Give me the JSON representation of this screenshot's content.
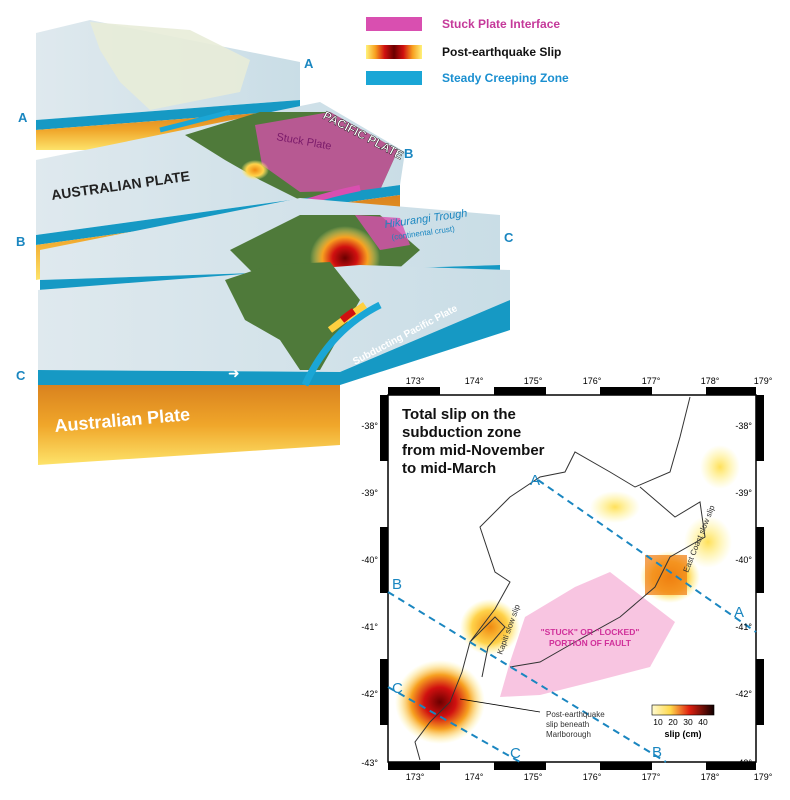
{
  "legend": {
    "stuck_label": "Stuck Plate Interface",
    "slip_label": "Post-earthquake Slip",
    "creep_label": "Steady Creeping Zone",
    "stuck_color": "#d94fb0",
    "creep_color": "#1aa6d6"
  },
  "block_diagram": {
    "section_a": "A",
    "section_b": "B",
    "section_c": "C",
    "pacific_plate": "PACIFIC PLATE",
    "stuck_plate": "Stuck Plate",
    "australian_plate_upper": "AUSTRALIAN PLATE",
    "hikurangi_trough": "Hikurangi Trough",
    "continental_crust": "(continental crust)",
    "subducting_pacific": "Subducting Pacific Plate",
    "australian_plate_lower": "Australian Plate",
    "arrow": "➜"
  },
  "map": {
    "title_lines": [
      "Total slip on the",
      "subduction zone",
      "from mid-November",
      "to mid-March"
    ],
    "lon_ticks": [
      "173°",
      "174°",
      "175°",
      "176°",
      "177°",
      "178°",
      "179°"
    ],
    "lat_ticks_left": [
      "-38°",
      "-39°",
      "-40°",
      "-41°",
      "-42°",
      "-43°"
    ],
    "lat_ticks_right": [
      "-38°",
      "-39°",
      "-40°",
      "-41°",
      "-42°",
      "-43°"
    ],
    "section_labels": {
      "a_start": "A",
      "a_end": "A",
      "b_start": "B",
      "b_end": "B",
      "c_start": "C",
      "c_end": "C"
    },
    "stuck_zone_line1": "\"STUCK\" OR \"LOCKED\"",
    "stuck_zone_line2": "PORTION OF FAULT",
    "east_coast_slip": "East Coast slow slip",
    "kapiti_slip": "Kapiti slow slip",
    "annotation_lines": [
      "Post-earthquake",
      "slip beneath",
      "Marlborough"
    ],
    "colorbar_ticks": [
      "10",
      "20",
      "30",
      "40"
    ],
    "colorbar_label": "slip (cm)"
  }
}
